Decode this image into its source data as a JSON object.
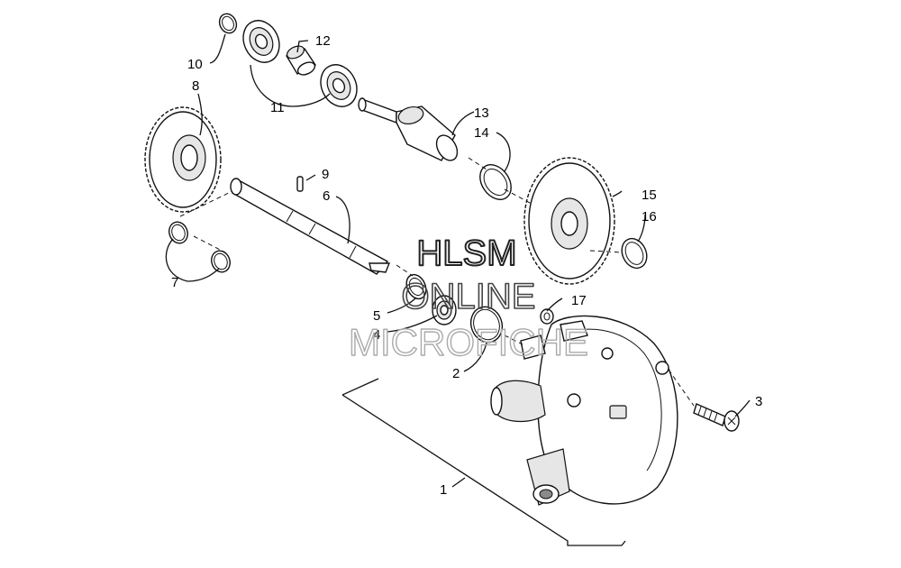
{
  "diagram": {
    "parts": [
      {
        "id": "1",
        "label": "1"
      },
      {
        "id": "2",
        "label": "2"
      },
      {
        "id": "3",
        "label": "3"
      },
      {
        "id": "4",
        "label": "4"
      },
      {
        "id": "5",
        "label": "5"
      },
      {
        "id": "6",
        "label": "6"
      },
      {
        "id": "7",
        "label": "7"
      },
      {
        "id": "8",
        "label": "8"
      },
      {
        "id": "9",
        "label": "9"
      },
      {
        "id": "10",
        "label": "10"
      },
      {
        "id": "11",
        "label": "11"
      },
      {
        "id": "12",
        "label": "12"
      },
      {
        "id": "13",
        "label": "13"
      },
      {
        "id": "14",
        "label": "14"
      },
      {
        "id": "15",
        "label": "15"
      },
      {
        "id": "16",
        "label": "16"
      },
      {
        "id": "17",
        "label": "17"
      }
    ]
  },
  "watermark": {
    "line1": "HLSM",
    "line2": "ONLINE",
    "line3": "MICROFICHE"
  }
}
